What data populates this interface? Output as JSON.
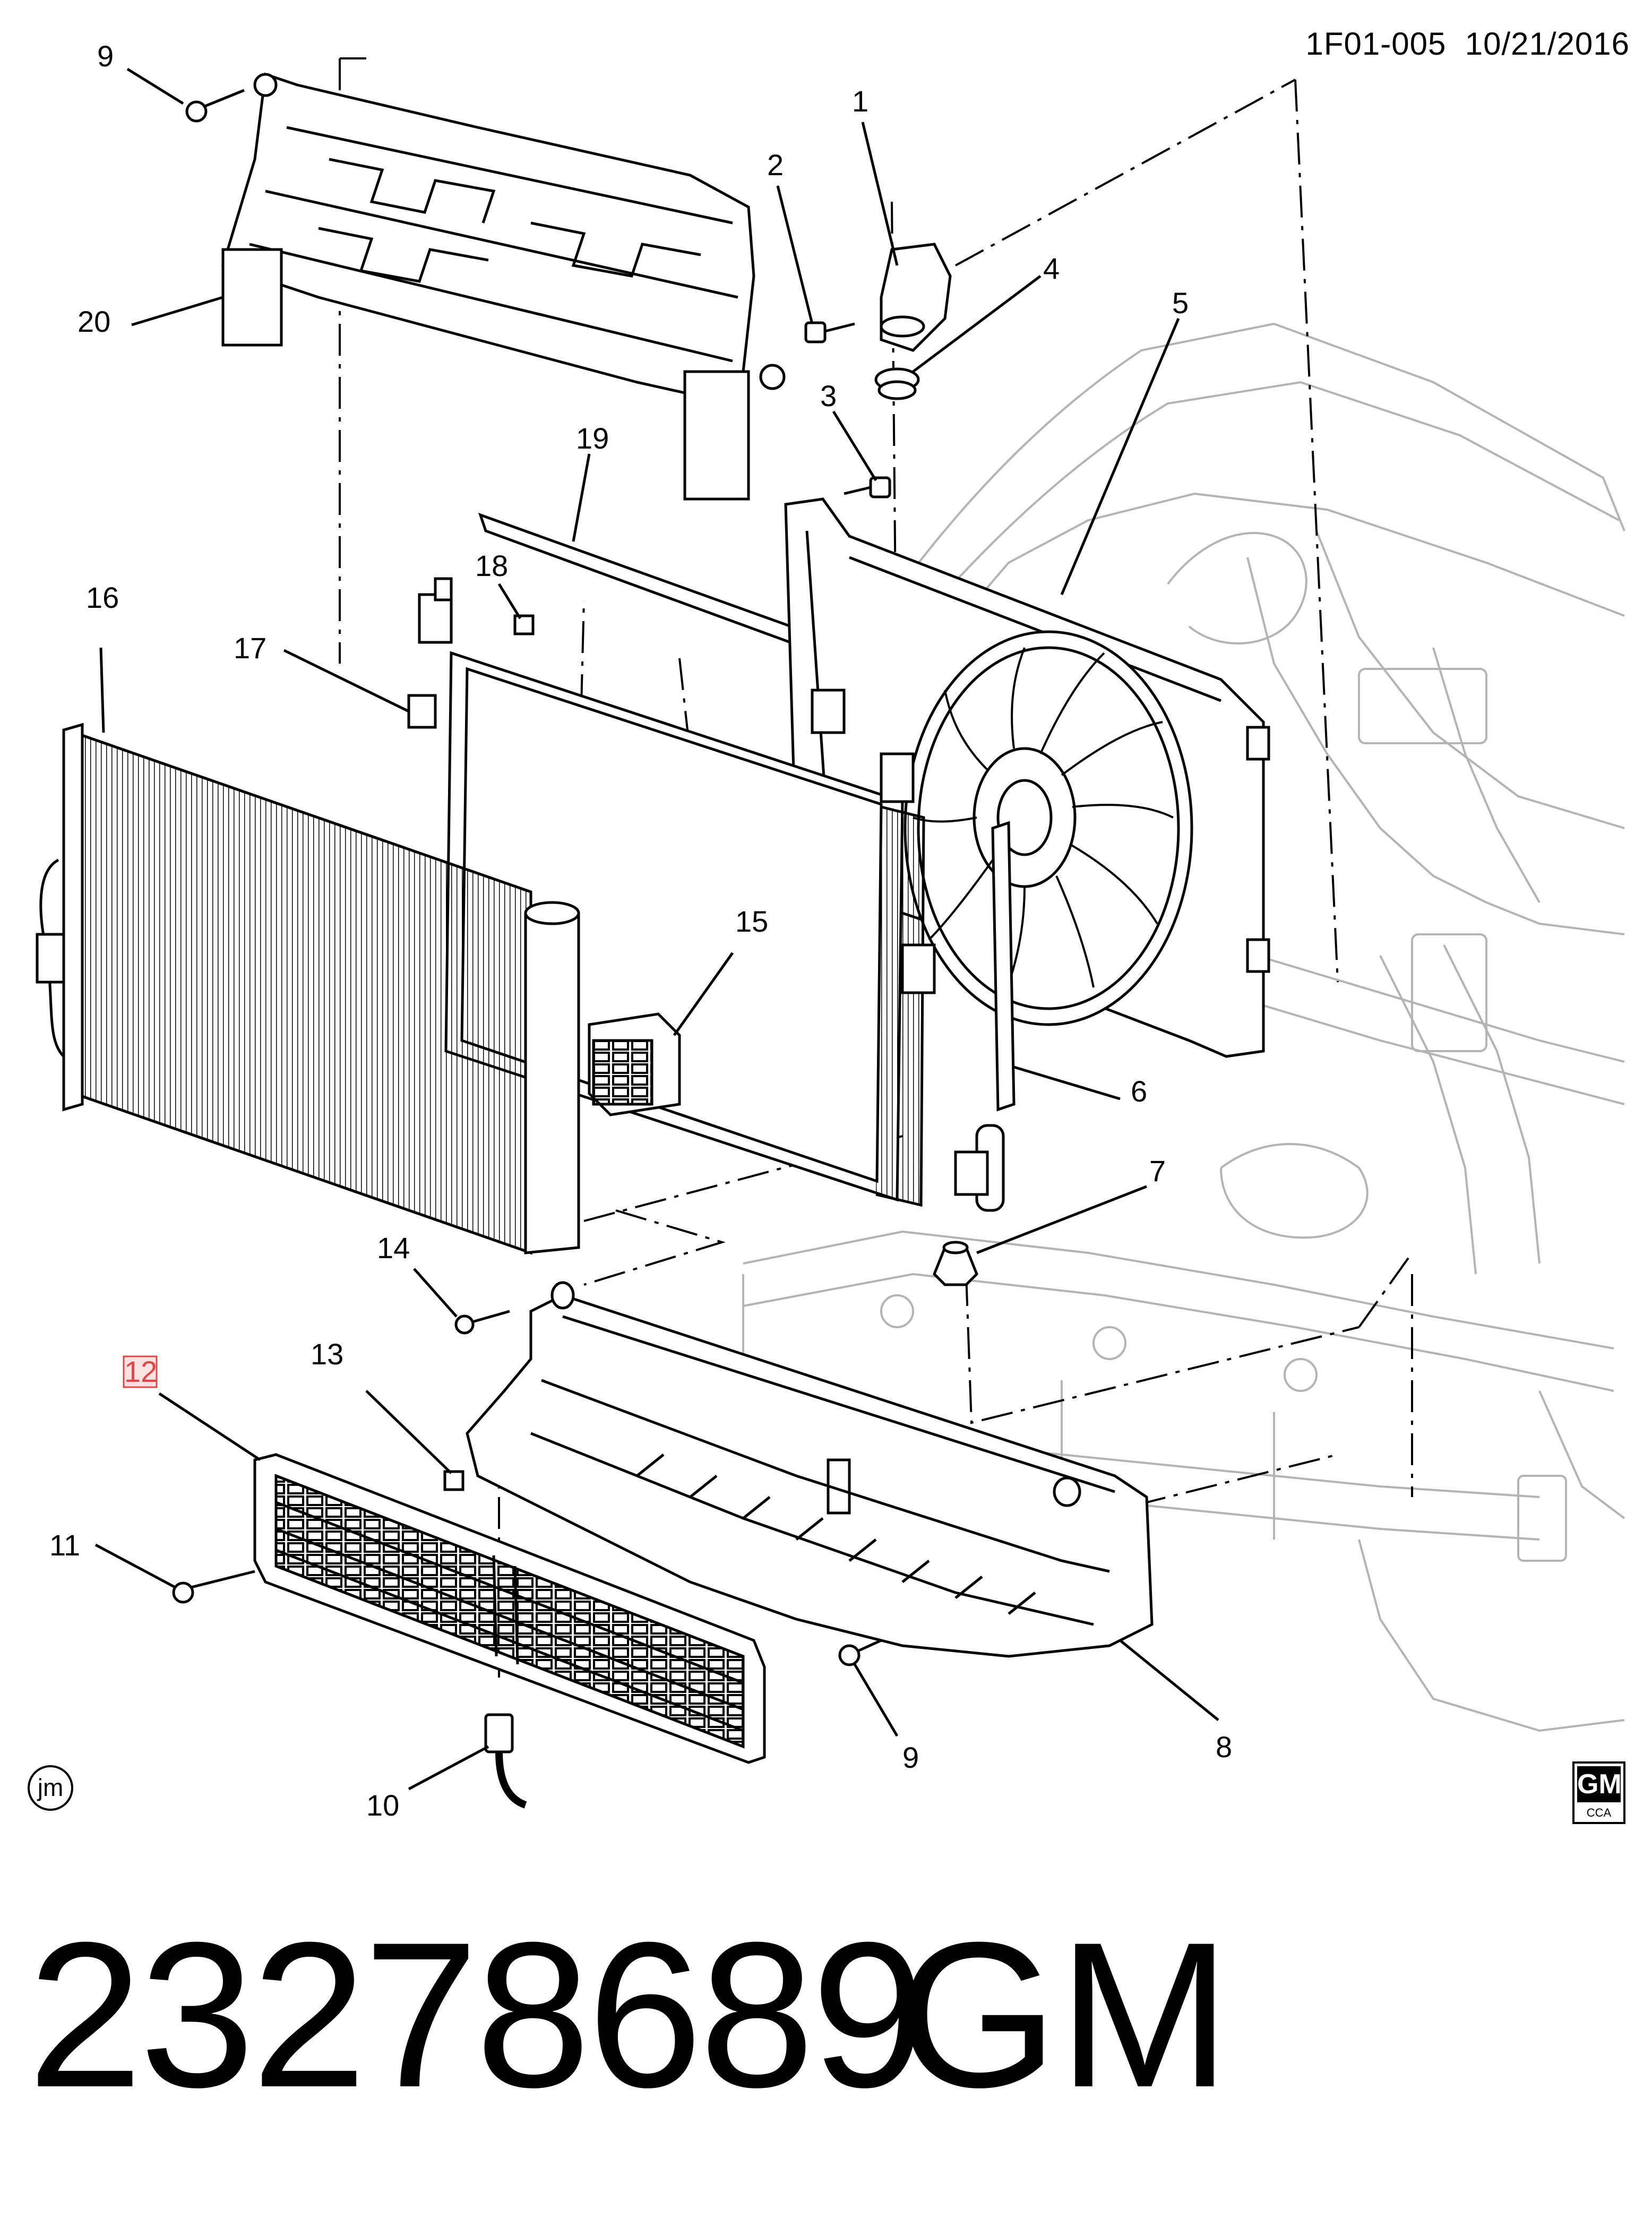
{
  "header": {
    "diagram_code": "1F01-005",
    "date": "10/21/2016"
  },
  "callouts": [
    "9",
    "20",
    "1",
    "2",
    "4",
    "5",
    "3",
    "19",
    "18",
    "16",
    "17",
    "15",
    "6",
    "7",
    "14",
    "12",
    "13",
    "11",
    "9",
    "10",
    "8"
  ],
  "badges": {
    "artist": "jm",
    "logo_main": "GM",
    "logo_sub": "CCA"
  },
  "footer": {
    "part_number": "23278689",
    "make": "GM"
  },
  "colors": {
    "ink": "#000000",
    "engine_bay_line": "#b4b4b4",
    "highlight_box": "#e04848"
  }
}
